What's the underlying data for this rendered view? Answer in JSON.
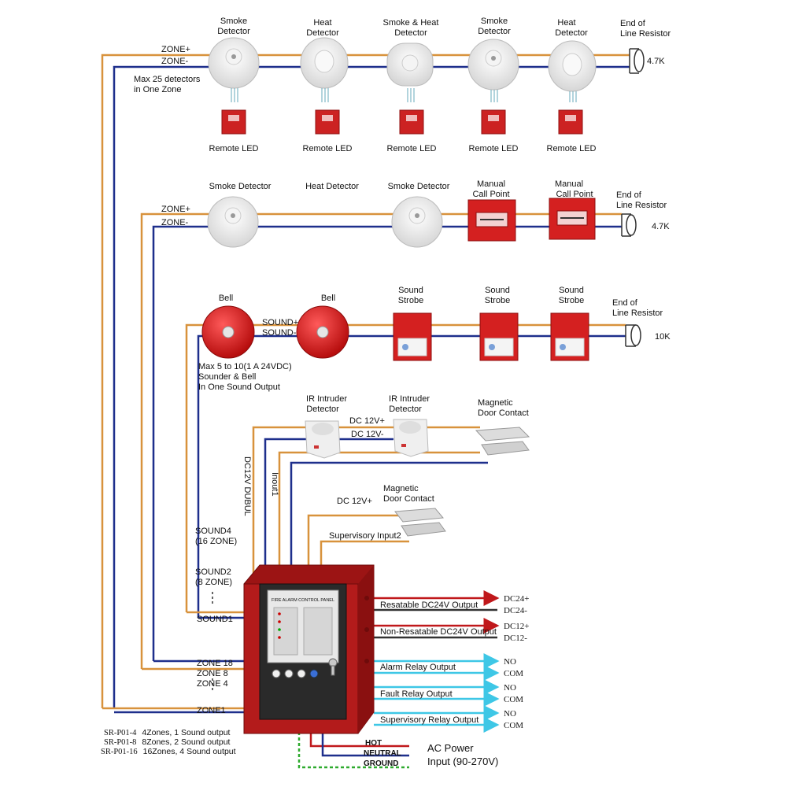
{
  "colors": {
    "zone_plus": "#d8923c",
    "zone_minus": "#1e2f8c",
    "panel_red": "#b31b1b",
    "arrow_red": "#c0181b",
    "relay_cyan": "#3ec7e6",
    "ground_green": "#2eaa2e",
    "power_blue": "#1e2f8c"
  },
  "row1": {
    "zone_plus_label": "ZONE+",
    "zone_minus_label": "ZONE-",
    "note_line1": "Max 25 detectors",
    "note_line2": "in One Zone",
    "devices": [
      {
        "icon": "smoke-detector-icon",
        "title1": "Smoke",
        "title2": "Detector",
        "led_label": "Remote LED"
      },
      {
        "icon": "heat-detector-icon",
        "title1": "Heat",
        "title2": "Detector",
        "led_label": "Remote LED"
      },
      {
        "icon": "smoke-heat-detector-icon",
        "title1": "Smoke & Heat",
        "title2": "Detector",
        "led_label": "Remote LED"
      },
      {
        "icon": "smoke-detector-icon",
        "title1": "Smoke",
        "title2": "Detector",
        "led_label": "Remote LED"
      },
      {
        "icon": "heat-detector-icon",
        "title1": "Heat",
        "title2": "Detector",
        "led_label": "Remote LED"
      }
    ],
    "eol_line1": "End of",
    "eol_line2": "Line Resistor",
    "eol_value": "4.7K"
  },
  "row2": {
    "zone_plus_label": "ZONE+",
    "zone_minus_label": "ZONE-",
    "devices": [
      {
        "icon": "smoke-detector-icon",
        "title1": "Smoke Detector",
        "title2": ""
      },
      {
        "icon": "heat-detector-icon",
        "title1": "Heat Detector",
        "title2": ""
      },
      {
        "icon": "smoke-detector-icon",
        "title1": "Smoke Detector",
        "title2": ""
      },
      {
        "icon": "manual-call-point-icon",
        "title1": "Manual",
        "title2": "Call Point"
      },
      {
        "icon": "manual-call-point-icon",
        "title1": "Manual",
        "title2": "Call Point"
      }
    ],
    "eol_line1": "End of",
    "eol_line2": "Line Resistor",
    "eol_value": "4.7K"
  },
  "row3": {
    "sound_plus_label": "SOUND+",
    "sound_minus_label": "SOUND-",
    "note_line1": "Max 5 to 10(1 A 24VDC)",
    "note_line2": "Sounder & Bell",
    "note_line3": "In One Sound Output",
    "devices": [
      {
        "icon": "bell-icon",
        "title1": "Bell",
        "title2": ""
      },
      {
        "icon": "bell-icon",
        "title1": "Bell",
        "title2": ""
      },
      {
        "icon": "sound-strobe-icon",
        "title1": "Sound",
        "title2": "Strobe"
      },
      {
        "icon": "sound-strobe-icon",
        "title1": "Sound",
        "title2": "Strobe"
      },
      {
        "icon": "sound-strobe-icon",
        "title1": "Sound",
        "title2": "Strobe"
      }
    ],
    "eol_line1": "End of",
    "eol_line2": "Line Resistor",
    "eol_value": "10K"
  },
  "row4": {
    "dc_plus_label": "DC 12V+",
    "dc_minus_label": "DC 12V-",
    "devices": [
      {
        "icon": "ir-intruder-detector-icon",
        "title1": "IR Intruder",
        "title2": "Detector"
      },
      {
        "icon": "ir-intruder-detector-icon",
        "title1": "IR Intruder",
        "title2": "Detector"
      },
      {
        "icon": "magnetic-door-contact-icon",
        "title1": "Magnetic",
        "title2": "Door Contact"
      }
    ],
    "vertical_label_dc": "DC12V DUBUL",
    "vertical_label_input": "Inout1"
  },
  "row5": {
    "dc_plus_label": "DC 12V+",
    "device_title1": "Magnetic",
    "device_title2": "Door Contact",
    "supervisory_label": "Supervisory Input2"
  },
  "left_labels": {
    "sound4": "SOUND4",
    "sound4_zone": "(16 ZONE)",
    "sound2": "SOUND2",
    "sound2_zone": "(8 ZONE)",
    "sound1": "SOUND1",
    "zone18": "ZONE 18",
    "zone8": "ZONE 8",
    "zone4": "ZONE 4",
    "zone1": "ZONE1"
  },
  "panel": {
    "display_text": "FIRE ALARM CONTROL PANEL"
  },
  "outputs": [
    {
      "label": "Resatable DC24V Output",
      "term1": "DC24+",
      "term2": "DC24-"
    },
    {
      "label": "Non-Resatable DC24V Output",
      "term1": "DC12+",
      "term2": "DC12-"
    },
    {
      "label": "Alarm Relay Output",
      "term1": "NO",
      "term2": "COM"
    },
    {
      "label": "Fault Relay Output",
      "term1": "NO",
      "term2": "COM"
    },
    {
      "label": "Supervisory Relay Output",
      "term1": "NO",
      "term2": "COM"
    }
  ],
  "models": [
    {
      "code": "SR-P01-4",
      "desc": "4Zones, 1 Sound output"
    },
    {
      "code": "SR-P01-8",
      "desc": "8Zones, 2 Sound output"
    },
    {
      "code": "SR-P01-16",
      "desc": "16Zones, 4 Sound output"
    }
  ],
  "power": {
    "hot": "HOT",
    "neutral": "NEUTRAL",
    "ground": "GROUND",
    "title_line1": "AC Power",
    "title_line2": "Input (90-270V)"
  }
}
